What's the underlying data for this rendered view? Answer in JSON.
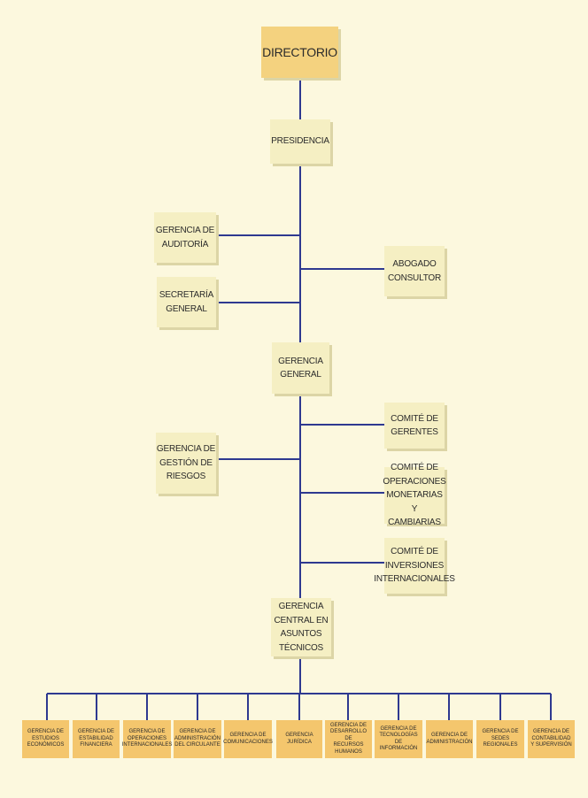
{
  "colors": {
    "line": "#2e3990",
    "background": "#fcf8de",
    "box": "#f5efc3",
    "top_box": "#f4d27f",
    "bottom_box": "#f4c66d"
  },
  "org": {
    "directorio": "DIRECTORIO",
    "presidencia": "PRESIDENCIA",
    "auditoria": "GERENCIA DE\nAUDITORÍA",
    "abogado": "ABOGADO\nCONSULTOR",
    "secretaria": "SECRETARÍA\nGENERAL",
    "gerencia_general": "GERENCIA\nGENERAL",
    "comite_gerentes": "COMITÉ DE\nGERENTES",
    "riesgos": "GERENCIA DE\nGESTIÓN DE\nRIESGOS",
    "comite_operaciones": "COMITÉ DE\nOPERACIONES\nMONETARIAS Y\nCAMBIARIAS",
    "comite_inversiones": "COMITÉ DE\nINVERSIONES\nINTERNACIONALES",
    "gerencia_central": "GERENCIA\nCENTRAL EN\nASUNTOS\nTÉCNICOS",
    "departments": [
      "GERENCIA DE\nESTUDIOS\nECONÓMICOS",
      "GERENCIA DE\nESTABILIDAD\nFINANCIERA",
      "GERENCIA DE\nOPERACIONES\nINTERNACIONALES",
      "GERENCIA DE\nADMINISTRACIÓN\nDEL CIRCULANTE",
      "GERENCIA DE\nCOMUNICACIONES",
      "GERENCIA\nJURÍDICA",
      "GERENCIA DE\nDESARROLLO DE\nRECURSOS\nHUMANOS",
      "GERENCIA DE\nTECNOLOGÍAS DE\nINFORMACIÓN",
      "GERENCIA DE\nADMINISTRACIÓN",
      "GERENCIA DE\nSEDES REGIONALES",
      "GERENCIA DE\nCONTABILIDAD\nY SUPERVISIÓN"
    ]
  }
}
